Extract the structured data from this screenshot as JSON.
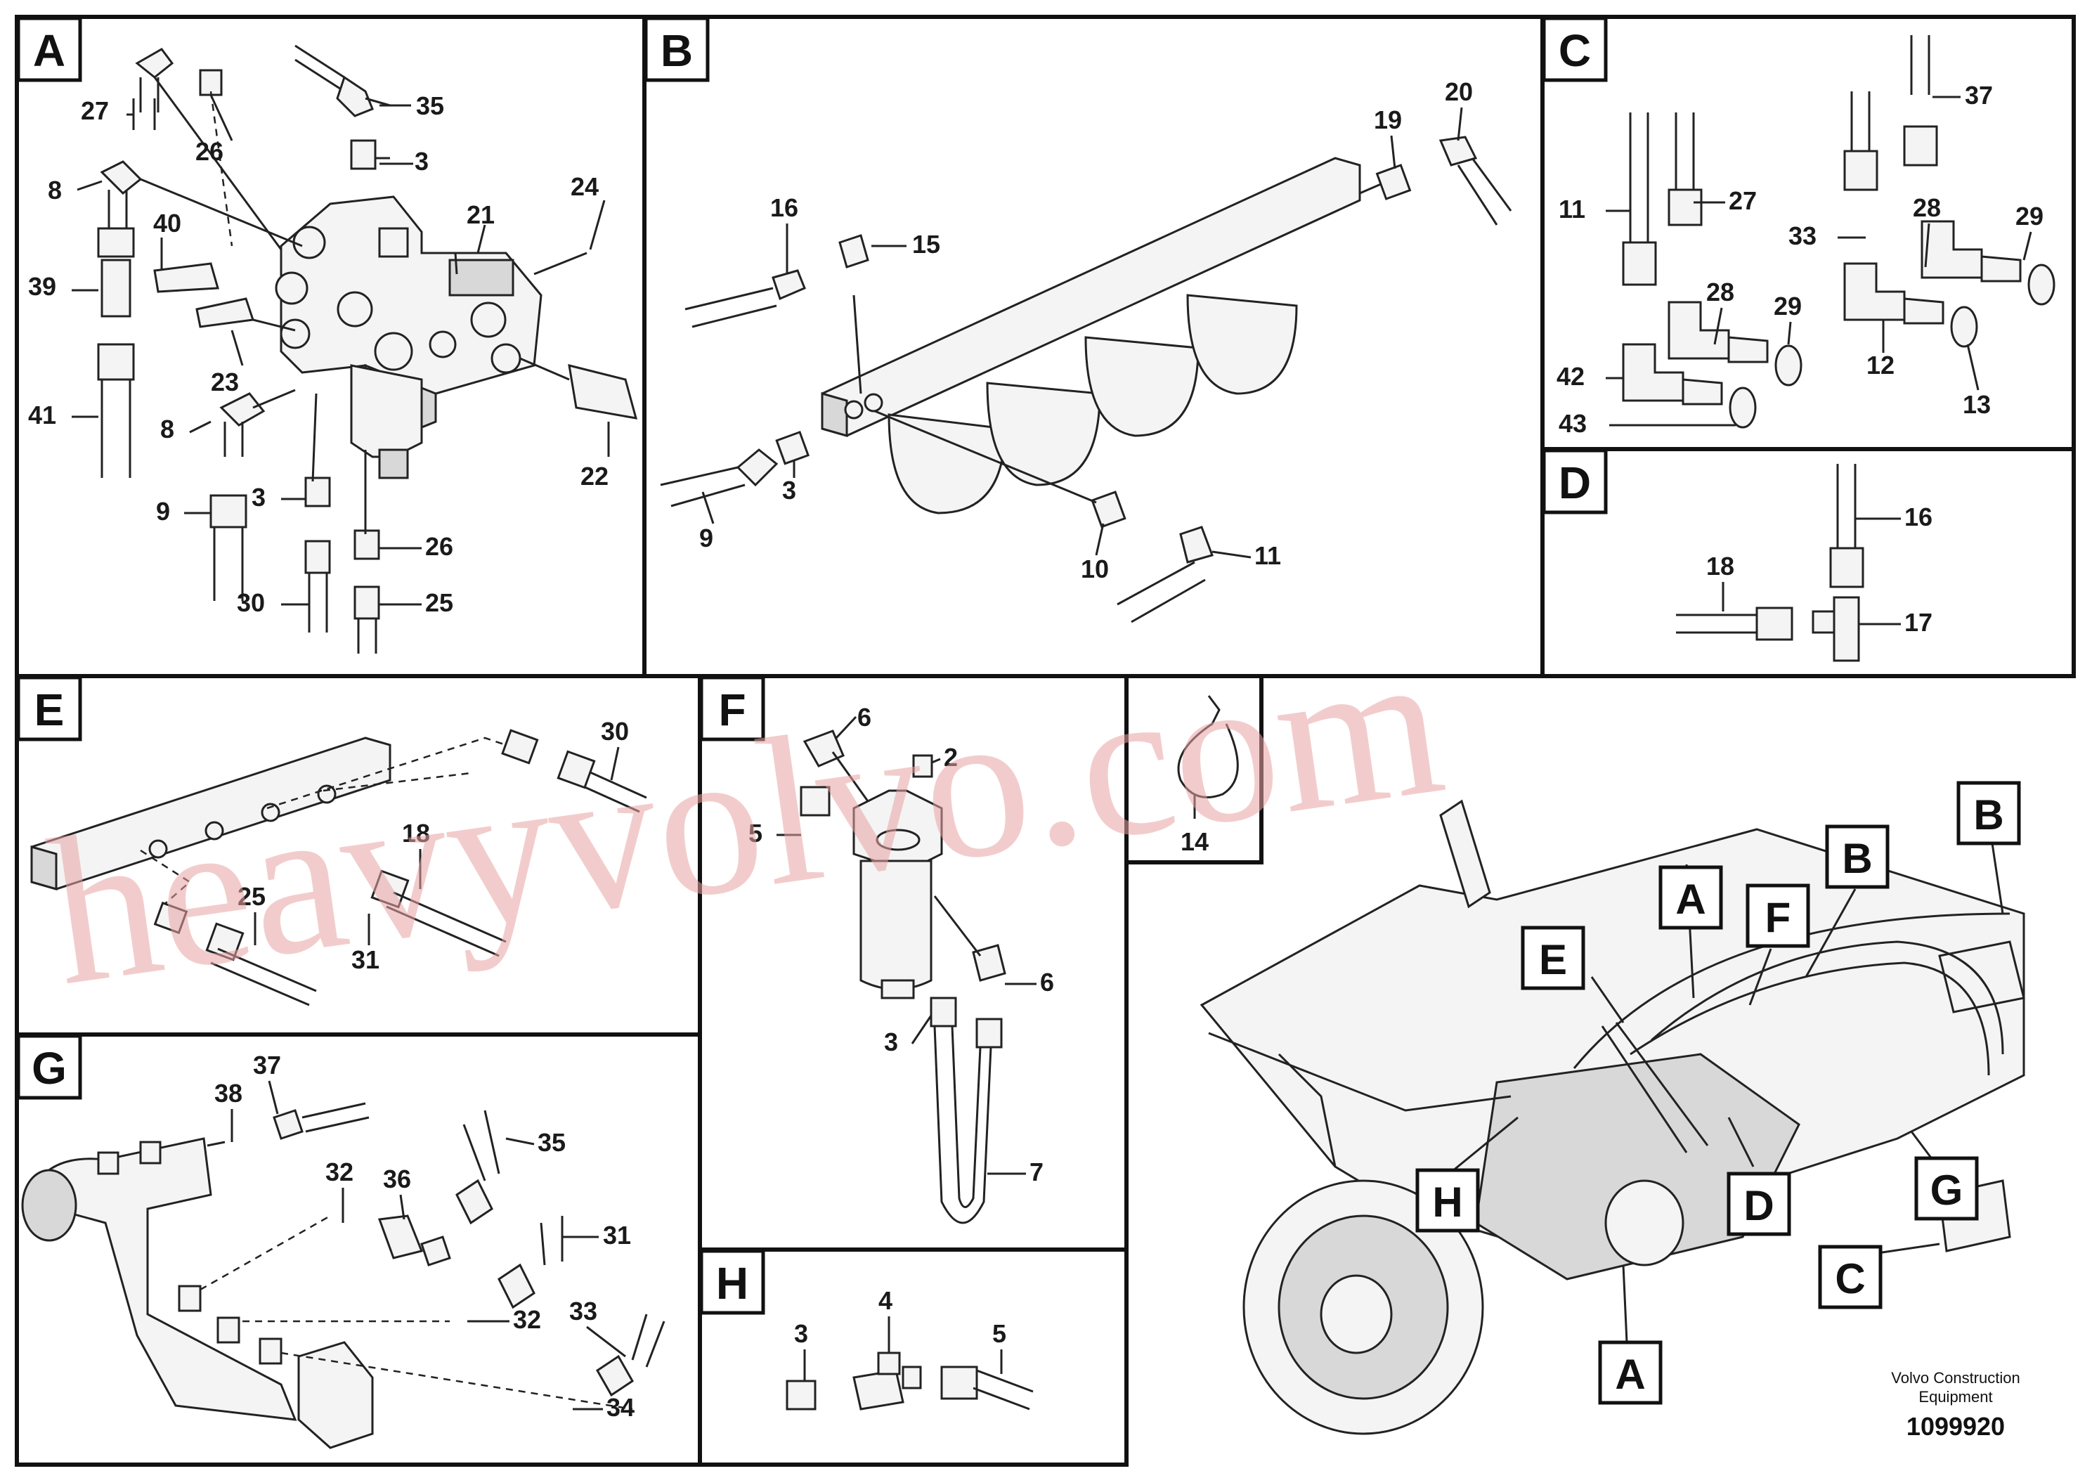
{
  "panels": {
    "A": {
      "letter": "A",
      "labels": [
        "27",
        "26",
        "35",
        "3",
        "8",
        "40",
        "21",
        "24",
        "39",
        "23",
        "41",
        "8",
        "22",
        "9",
        "3",
        "26",
        "30",
        "25"
      ]
    },
    "B": {
      "letter": "B",
      "labels": [
        "20",
        "19",
        "16",
        "15",
        "9",
        "3",
        "10",
        "11"
      ]
    },
    "C": {
      "letter": "C",
      "labels": [
        "37",
        "11",
        "27",
        "28",
        "29",
        "33",
        "28",
        "29",
        "42",
        "12",
        "43",
        "13"
      ]
    },
    "D": {
      "letter": "D",
      "labels": [
        "16",
        "18",
        "17"
      ]
    },
    "E": {
      "letter": "E",
      "labels": [
        "30",
        "18",
        "25",
        "31"
      ]
    },
    "F": {
      "letter": "F",
      "labels": [
        "6",
        "2",
        "5",
        "6",
        "3",
        "7"
      ]
    },
    "G": {
      "letter": "G",
      "labels": [
        "37",
        "38",
        "35",
        "32",
        "36",
        "31",
        "32",
        "33",
        "34"
      ]
    },
    "H": {
      "letter": "H",
      "labels": [
        "4",
        "3",
        "5"
      ]
    },
    "clip": {
      "labels": [
        "14"
      ]
    }
  },
  "overview_callouts": [
    "B",
    "A",
    "F",
    "B",
    "E",
    "H",
    "D",
    "G",
    "C",
    "A"
  ],
  "watermark": "heavyvolvo.com",
  "footer": {
    "company": "Volvo Construction",
    "company_line2": "Equipment",
    "doc_number": "1099920"
  }
}
